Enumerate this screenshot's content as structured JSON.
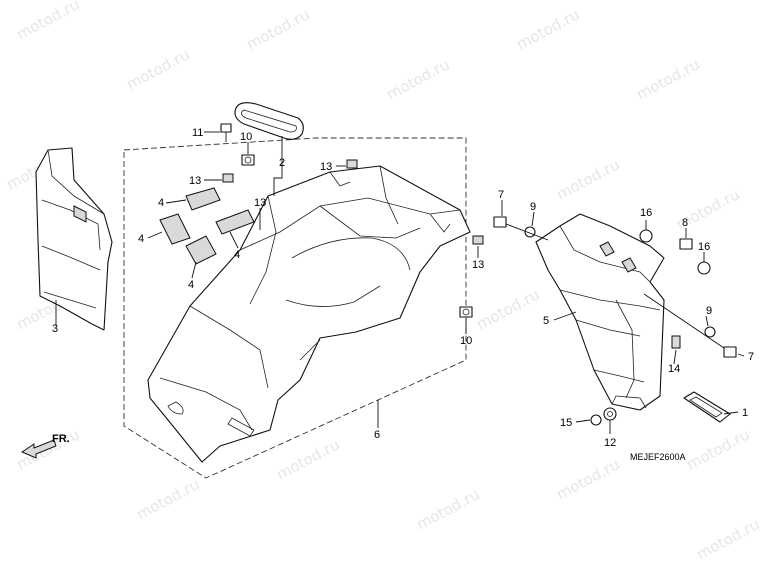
{
  "watermark": "motod.ru",
  "diagram_code": "MEJEF2600A",
  "direction_label": "FR.",
  "callouts": {
    "c1": "1",
    "c2": "2",
    "c3": "3",
    "c4a": "4",
    "c4b": "4",
    "c4c": "4",
    "c4d": "4",
    "c5": "5",
    "c6": "6",
    "c7a": "7",
    "c7b": "7",
    "c8": "8",
    "c9a": "9",
    "c9b": "9",
    "c10a": "10",
    "c10b": "10",
    "c11": "11",
    "c12": "12",
    "c13a": "13",
    "c13b": "13",
    "c13c": "13",
    "c13d": "13",
    "c14": "14",
    "c15": "15",
    "c16a": "16",
    "c16b": "16"
  }
}
